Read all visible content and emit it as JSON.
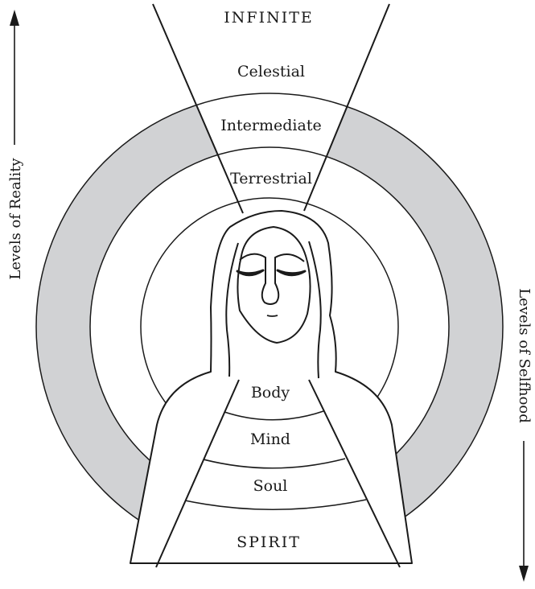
{
  "diagram": {
    "top_label": "INFINITE",
    "bottom_label": "SPIRIT",
    "reality_levels": [
      "Celestial",
      "Intermediate",
      "Terrestrial"
    ],
    "selfhood_levels": [
      "Body",
      "Mind",
      "Soul"
    ],
    "left_axis_label": "Levels of Reality",
    "right_axis_label": "Levels of Selfhood",
    "colors": {
      "ring_fill": "#d1d2d4",
      "stroke": "#1a1a1a",
      "background": "#ffffff"
    }
  }
}
